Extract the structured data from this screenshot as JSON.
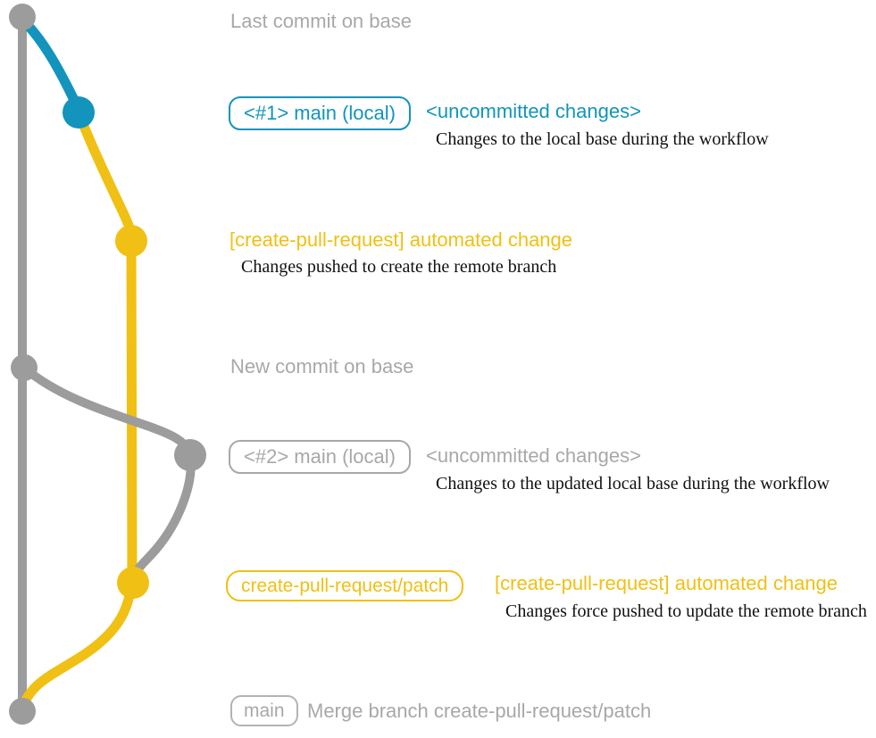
{
  "colors": {
    "teal": "#1294bc",
    "yellow": "#f0c014",
    "gray": "#9c9c9c",
    "gray_text": "#a8a8a8",
    "background": "#ffffff"
  },
  "graph": {
    "branches": [
      {
        "id": "base",
        "color": "gray"
      },
      {
        "id": "local-main-1",
        "color": "teal"
      },
      {
        "id": "create-pull-request-patch",
        "color": "yellow"
      },
      {
        "id": "local-main-2",
        "color": "gray"
      }
    ],
    "nodes": [
      {
        "id": "last-commit-on-base",
        "color": "gray"
      },
      {
        "id": "local-main-commit-1",
        "color": "teal"
      },
      {
        "id": "automated-change-commit-1",
        "color": "yellow"
      },
      {
        "id": "new-commit-on-base",
        "color": "gray"
      },
      {
        "id": "local-main-commit-2",
        "color": "gray"
      },
      {
        "id": "automated-change-commit-2",
        "color": "yellow"
      },
      {
        "id": "merge-commit",
        "color": "gray"
      }
    ]
  },
  "annotations": {
    "row1": {
      "title": "Last commit on base"
    },
    "row2": {
      "badge": "<#1> main (local)",
      "heading": "<uncommitted changes>",
      "description": "Changes to the local base during the workflow"
    },
    "row3": {
      "heading": "[create-pull-request] automated change",
      "description": "Changes pushed to create the remote branch"
    },
    "row4": {
      "title": "New commit on base"
    },
    "row5": {
      "badge": "<#2> main (local)",
      "heading": "<uncommitted changes>",
      "description": "Changes to the updated local base during the workflow"
    },
    "row6": {
      "badge": "create-pull-request/patch",
      "heading": "[create-pull-request] automated change",
      "description": "Changes force pushed to update the remote branch"
    },
    "row7": {
      "badge": "main",
      "heading": "Merge branch create-pull-request/patch"
    }
  }
}
